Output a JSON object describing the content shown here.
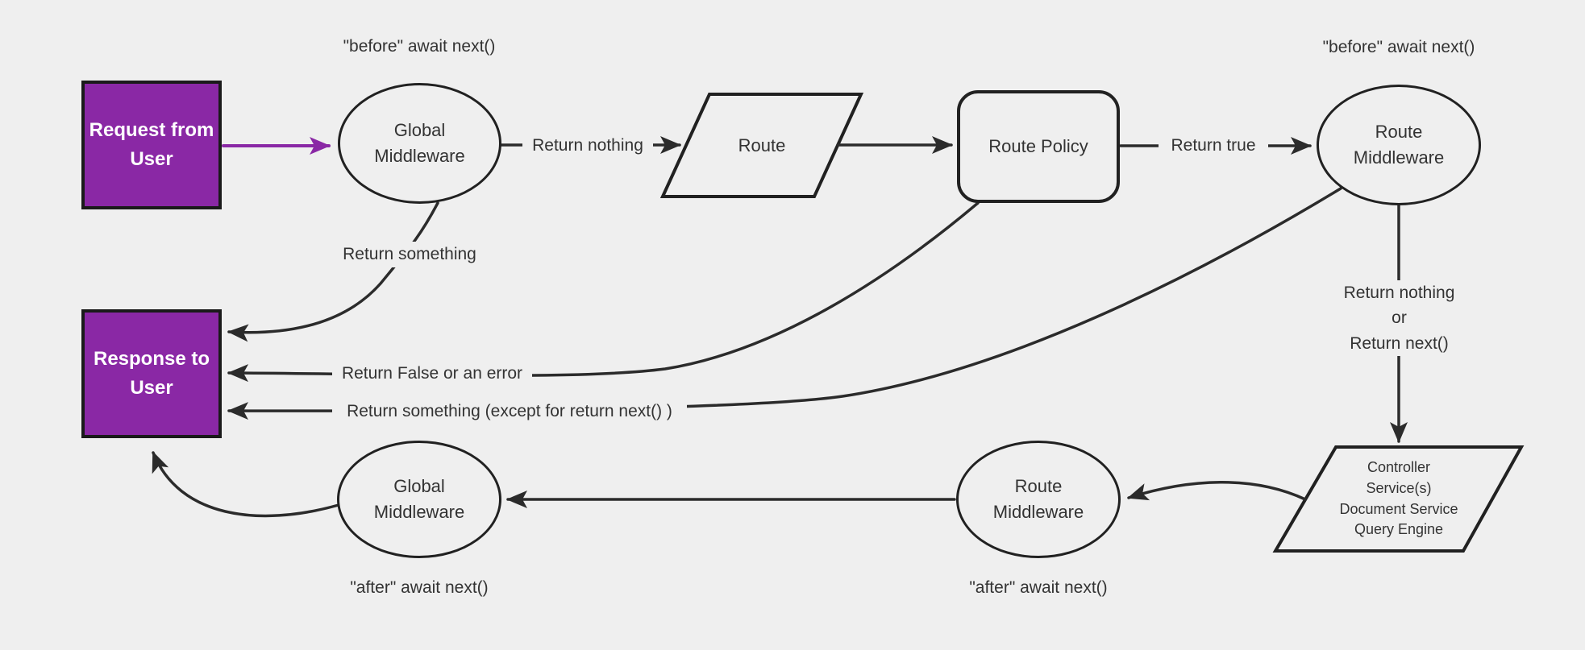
{
  "diagram": {
    "title": "middleware-request-response-flow",
    "colors": {
      "background": "#efefef",
      "accent_purple": "#8a28a5",
      "line": "#2b2b2b",
      "text": "#333333",
      "box_text": "#ffffff"
    },
    "nodes": {
      "request": {
        "label": "Request from\nUser",
        "shape": "rect-filled"
      },
      "response": {
        "label": "Response to\nUser",
        "shape": "rect-filled"
      },
      "global_middleware_top": {
        "label": "Global\nMiddleware",
        "shape": "ellipse"
      },
      "route": {
        "label": "Route",
        "shape": "parallelogram"
      },
      "route_policy": {
        "label": "Route Policy",
        "shape": "rounded-rect"
      },
      "route_middleware_top": {
        "label": "Route\nMiddleware",
        "shape": "ellipse"
      },
      "controller": {
        "label": "Controller\nService(s)\nDocument Service\nQuery Engine",
        "shape": "parallelogram"
      },
      "route_middleware_bottom": {
        "label": "Route\nMiddleware",
        "shape": "ellipse"
      },
      "global_middleware_bottom": {
        "label": "Global\nMiddleware",
        "shape": "ellipse"
      }
    },
    "edge_labels": {
      "before_top_left": "\"before\" await next()",
      "before_top_right": "\"before\" await next()",
      "return_nothing": "Return nothing",
      "return_true": "Return true",
      "return_something": "Return something",
      "return_false_or_error": "Return False or an error",
      "return_something_except": "Return something (except for return next() )",
      "return_nothing_or_next": "Return nothing\nor\nReturn next()",
      "after_bottom_left": "\"after\" await next()",
      "after_bottom_right": "\"after\" await next()"
    }
  }
}
